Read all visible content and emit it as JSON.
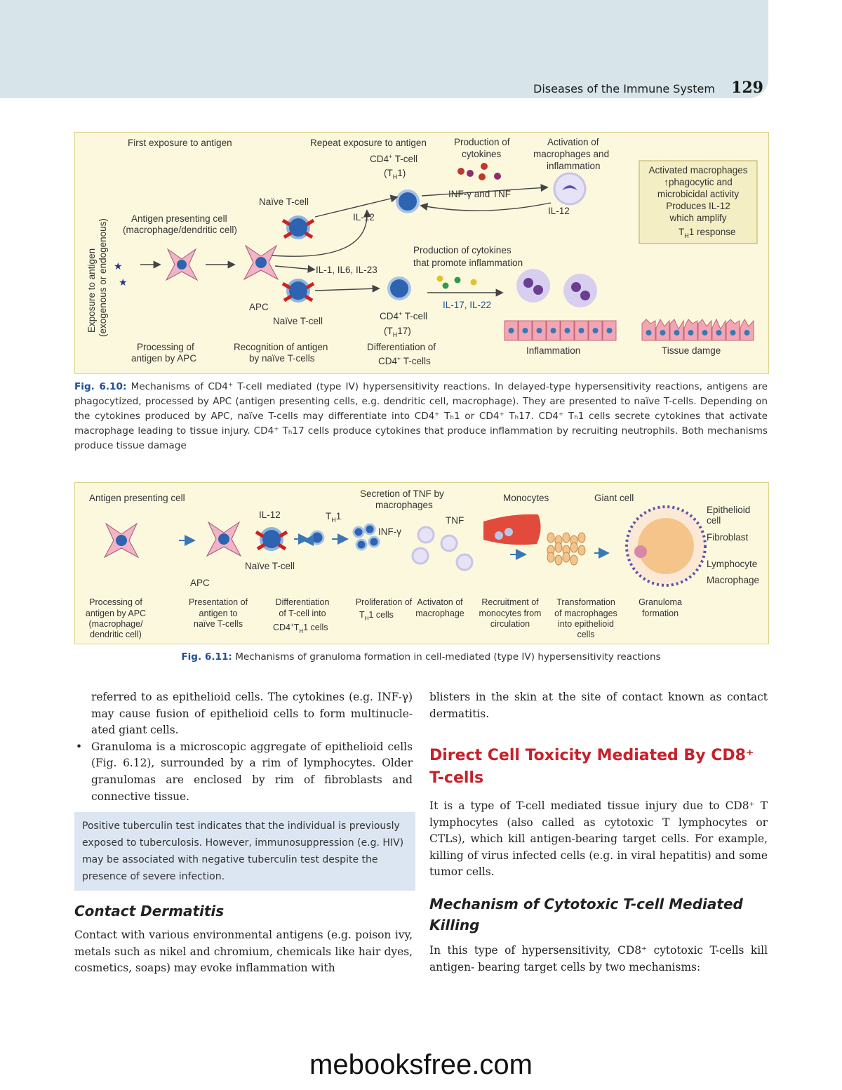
{
  "running_head": {
    "title": "Diseases of the Immune System",
    "page": "129"
  },
  "fig1": {
    "labels": {
      "first_exposure": "First exposure to antigen",
      "repeat_exposure": "Repeat exposure to antigen",
      "cd4_th1_a": "CD4",
      "cd4_th1_b": "+",
      "cd4_th1_c": " T-cell",
      "th1": "(T",
      "th1_sub": "H",
      "th1_end": "1)",
      "prod_cytokines": "Production of",
      "prod_cytokines2": "cytokines",
      "activation": "Activation of",
      "activation2": "macrophages and",
      "activation3": "inflammation",
      "inf_tnf": "INF-γ and TNF",
      "il12_a": "IL-12",
      "il12_b": "IL-12",
      "naive_a": "Naïve T-cell",
      "naive_b": "Naïve T-cell",
      "apc_label1": "Antigen presenting cell",
      "apc_label2": "(macrophage/dendritic cell)",
      "apc": "APC",
      "il_list": "IL-1, IL6, IL-23",
      "prod_infl1": "Production of cytokines",
      "prod_infl2": "that promote inflammation",
      "il17": "IL-17, IL-22",
      "cd4_th17_a": "CD4",
      "cd4_th17_b": "+",
      "cd4_th17_c": " T-cell",
      "th17": "(T",
      "th17_sub": "H",
      "th17_end": "17)",
      "yaxis1": "Exposure to antigen",
      "yaxis2": "(exogenous or endogenous)",
      "processing1": "Processing of",
      "processing2": "antigen by APC",
      "recognition1": "Recognition of antigen",
      "recognition2": "by  naïve T-cells",
      "differentiation1": "Differentiation of",
      "differentiation2": "CD4",
      "differentiation3": " T-cells",
      "inflammation": "Inflammation",
      "tissue": "Tissue damge",
      "box1": "Activated macrophages",
      "box2": "↑phagocytic and",
      "box3": "microbicidal activity",
      "box4": "Produces IL-12",
      "box5": "which amplify",
      "box6": "T",
      "box6_sub": "H",
      "box6_end": "1 response"
    },
    "caption_label": "Fig. 6.10:",
    "caption_text": " Mechanisms of CD4⁺ T-cell mediated (type IV) hypersensitivity reactions. In delayed-type hypersensitivity reactions, antigens are phagocytized, processed by APC (antigen presenting cells, e.g. dendritic cell, macrophage). They are presented to naïve T-cells. Depending on the cytokines produced by APC, naïve T-cells may differentiate into CD4⁺ Tₕ1 or CD4⁺ Tₕ17. CD4⁺ Tₕ1 cells secrete cytokines that activate macrophage leading to tissue injury. CD4⁺ Tₕ17 cells produce cytokines that produce inflammation by recruiting neutrophils. Both mechanisms produce tissue damage"
  },
  "fig2": {
    "labels": {
      "apc_title": "Antigen presenting cell",
      "il12": "IL-12",
      "th1": "T",
      "th1_sub": "H",
      "th1_end": "1",
      "naive": "Naïve T-cell",
      "apc": "APC",
      "secretion1": "Secretion of TNF by",
      "secretion2": "macrophages",
      "infg": "INF-γ",
      "tnf": "TNF",
      "monocytes": "Monocytes",
      "giant": "Giant cell",
      "epi1": "Epithelioid",
      "epi2": "cell",
      "fibro": "Fibroblast",
      "lympho": "Lymphocyte",
      "macro": "Macrophage",
      "s1a": "Processing of",
      "s1b": "antigen by APC",
      "s1c": "(macrophage/",
      "s1d": "dendritic cell)",
      "s2a": "Presentation of",
      "s2b": "antigen to",
      "s2c": "naïve T-cells",
      "s3a": "Differentiation",
      "s3b": "of T-cell into",
      "s3c": "CD4",
      "s3d": "T",
      "s3e": "1 cells",
      "s4a": "Proliferation of",
      "s4b": "T",
      "s4c": "1 cells",
      "s5a": "Activaton of",
      "s5b": "macrophage",
      "s6a": "Recruitment of",
      "s6b": "monocytes from",
      "s6c": "circulation",
      "s7a": "Transformation",
      "s7b": "of macrophages",
      "s7c": "into epithelioid",
      "s7d": "cells",
      "s8a": "Granuloma",
      "s8b": "formation"
    },
    "caption_label": "Fig. 6.11:",
    "caption_text": " Mechanisms of granuloma formation in cell-mediated (type IV) hypersensitivity reactions"
  },
  "left_col": {
    "p1": "referred to as epithelioid cells. The cytokines (e.g. INF-γ) may cause fusion of epithelioid cells to form multinucle-ated giant cells.",
    "p2": "Granuloma is a microscopic aggregate of epithelioid cells (Fig. 6.12), surrounded by a rim of lymphocytes. Older granulomas are enclosed by rim of fibroblasts and connective tissue.",
    "note": "Positive tuberculin test indicates that the individual is previously exposed to tuberculosis. However, immunosuppression (e.g. HIV) may be associated with negative tuberculin test despite the presence of severe infection.",
    "heading": "Contact Dermatitis",
    "p3": "Contact with various environmental antigens (e.g. poison ivy, metals such as nikel and chromium, chemicals like hair dyes, cosmetics, soaps) may evoke inflammation with"
  },
  "right_col": {
    "p1": "blisters in the skin at the site of contact known as contact dermatitis.",
    "heading": "Direct Cell Toxicity Mediated By CD8⁺ T-cells",
    "p2": "It is a type of T-cell mediated tissue injury due to CD8⁺ T lymphocytes (also called as cytotoxic T lymphocytes or CTLs), which kill antigen-bearing target cells. For example, killing of virus infected cells (e.g. in viral hepatitis) and some tumor cells.",
    "subheading": "Mechanism of Cytotoxic T-cell Mediated Killing",
    "p3": "In this type of hypersensitivity, CD8⁺ cytotoxic T-cells kill antigen- bearing target cells by two mechanisms:"
  },
  "footer": "mebooksfree.com"
}
